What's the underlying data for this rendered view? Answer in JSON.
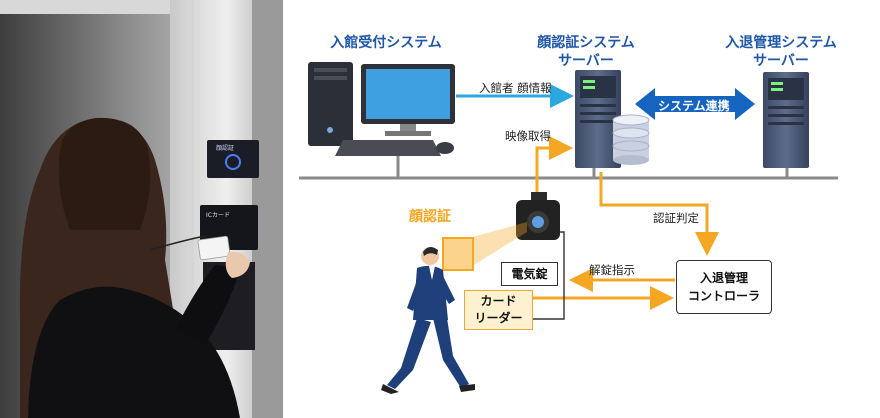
{
  "photo": {
    "panel_top_label": "顔認証",
    "panel_card_label": "ICカード"
  },
  "systems": {
    "reception": "入館受付システム",
    "face_server_line1": "顔認証システム",
    "face_server_line2": "サーバー",
    "access_server_line1": "入退管理システム",
    "access_server_line2": "サーバー"
  },
  "labels": {
    "visitor_face_info": "入館者 顔情報",
    "system_link": "システム連携",
    "video_capture": "映像取得",
    "auth_decision": "認証判定",
    "unlock_command": "解錠指示",
    "face_auth": "顔認証"
  },
  "boxes": {
    "electric_lock": "電気錠",
    "card_reader_line1": "カード",
    "card_reader_line2": "リーダー",
    "controller_line1": "入退管理",
    "controller_line2": "コントローラ"
  },
  "colors": {
    "title_blue": "#1f56a6",
    "arrow_cyan": "#2aa8df",
    "arrow_orange": "#f5a623",
    "link_blue": "#1565c0",
    "card_fill": "#fdf1cf"
  }
}
